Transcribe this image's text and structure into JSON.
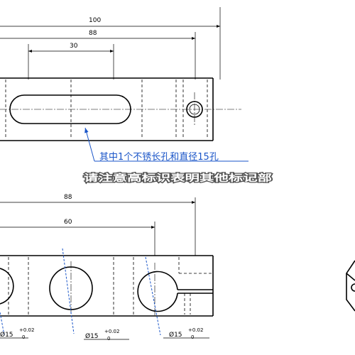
{
  "top_view": {
    "dim_overall": "100",
    "dim_hole_span": "88",
    "dim_slot_length": "30"
  },
  "annotation": {
    "note_line1": "其中1个不锈长孔和直径15孔",
    "note_line2": "请注意高标识表明其他标记部"
  },
  "front_view": {
    "dim_overall": "88",
    "dim_bore_span": "60",
    "bore_label_1": "Ø15",
    "bore_label_2": "Ø15",
    "bore_label_3": "Ø15",
    "tol_upper": "+0.02",
    "tol_lower": "0"
  },
  "colors": {
    "outline": "#000000",
    "annotation": "#1a55c8"
  }
}
